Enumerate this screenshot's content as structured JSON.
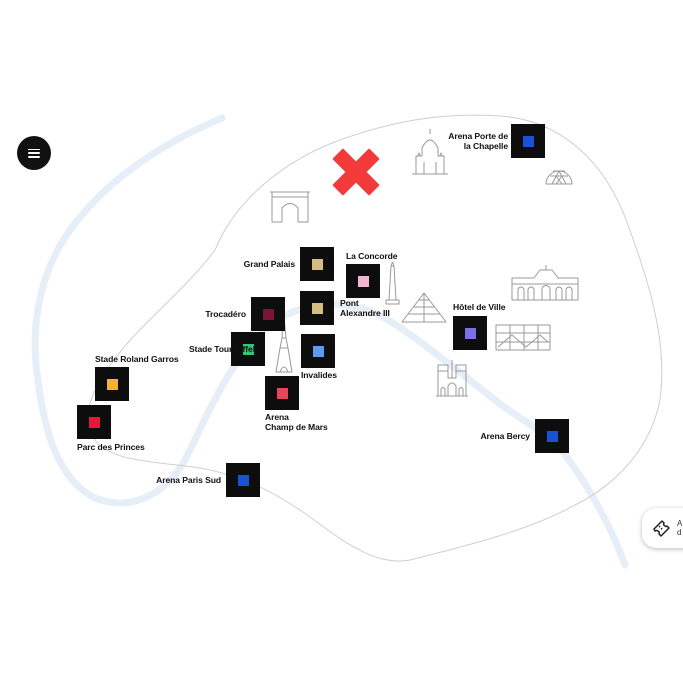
{
  "menu": {
    "icon": "hamburger-menu-icon"
  },
  "venues": [
    {
      "id": "arena-porte-de-la-chapelle",
      "label": "Arena Porte de\nla Chapelle",
      "color": "#1a52d6"
    },
    {
      "id": "grand-palais",
      "label": "Grand Palais",
      "color": "#d4bd82"
    },
    {
      "id": "la-concorde",
      "label": "La Concorde",
      "color": "#f2b6cf"
    },
    {
      "id": "pont-alexandre-iii",
      "label": "Pont\nAlexandre III",
      "color": "#d4bd82"
    },
    {
      "id": "trocadero",
      "label": "Trocadéro",
      "color": "#7a1538"
    },
    {
      "id": "hotel-de-ville",
      "label": "Hôtel de Ville",
      "color": "#7b6fe8"
    },
    {
      "id": "stade-tour-eiffel",
      "label": "Stade Tour Eiffel",
      "color": "#2fc77a"
    },
    {
      "id": "invalides",
      "label": "Invalides",
      "color": "#5b9cf2"
    },
    {
      "id": "stade-roland-garros",
      "label": "Stade Roland Garros",
      "color": "#f2b233"
    },
    {
      "id": "arena-champ-de-mars",
      "label": "Arena\nChamp de Mars",
      "color": "#e8455a"
    },
    {
      "id": "parc-des-princes",
      "label": "Parc des Princes",
      "color": "#e8173a"
    },
    {
      "id": "arena-bercy",
      "label": "Arena Bercy",
      "color": "#1a52d6"
    },
    {
      "id": "arena-paris-sud",
      "label": "Arena Paris Sud",
      "color": "#1a52d6"
    }
  ],
  "landmarks": [
    "sacre-coeur-icon",
    "geode-dome-icon",
    "arc-de-triomphe-icon",
    "obelisk-icon",
    "louvre-pyramid-icon",
    "hotel-de-ville-building-icon",
    "pompidou-centre-icon",
    "eiffel-tower-icon",
    "notre-dame-icon"
  ],
  "marker": {
    "icon": "close-x-icon",
    "color": "#f23a3a"
  },
  "river": {
    "color": "#e6eef8"
  },
  "boundary": {
    "color": "#cfcfcf"
  },
  "tab": {
    "icon": "ticket-icon",
    "text": "A\nd"
  }
}
